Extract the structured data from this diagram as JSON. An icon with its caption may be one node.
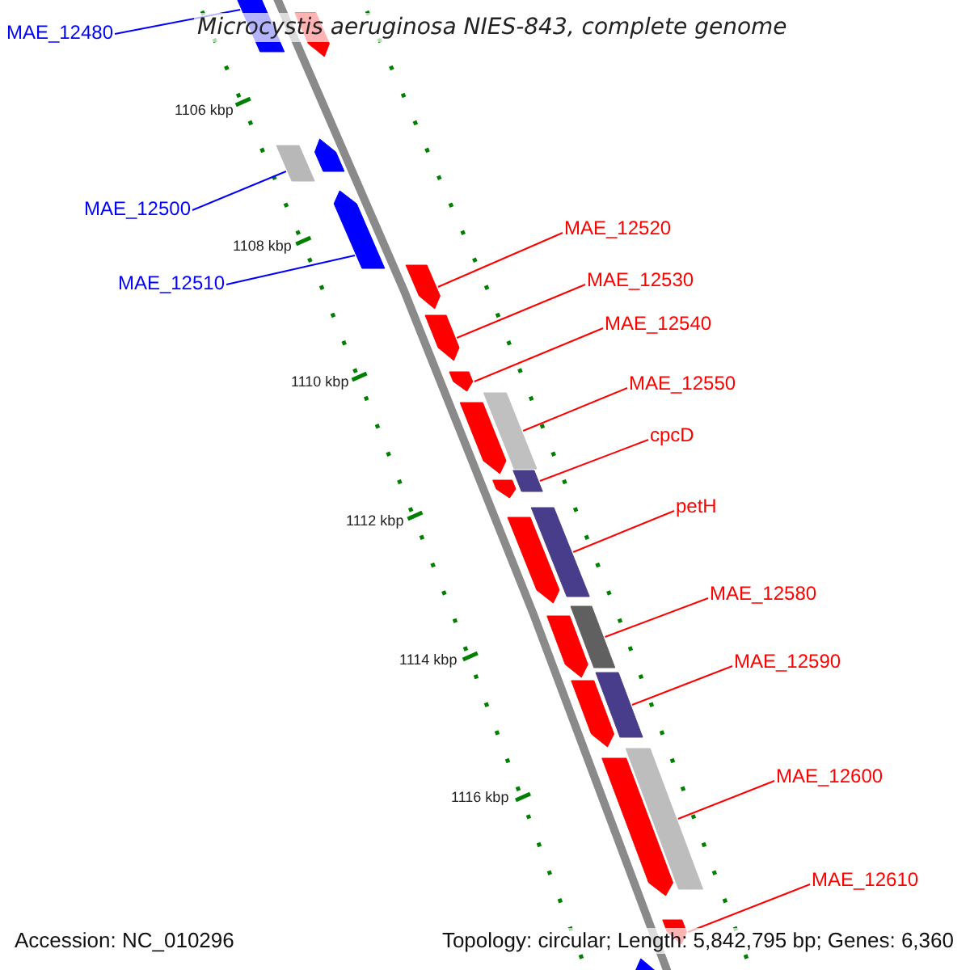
{
  "diagram": {
    "title": "Microcystis aeruginosa NIES-843, complete genome",
    "nodes": [
      {
        "text": [
          "MAE_12480"
        ]
      },
      {
        "text": [
          "MAE_12500"
        ]
      },
      {
        "text": [
          "MAE_12510"
        ]
      },
      {
        "text": [
          "MAE_12520"
        ]
      },
      {
        "text": [
          "MAE_12530"
        ]
      },
      {
        "text": [
          "MAE_12540"
        ]
      },
      {
        "text": [
          "MAE_12550"
        ]
      },
      {
        "text": [
          "cpcD"
        ]
      },
      {
        "text": [
          "petH"
        ]
      },
      {
        "text": [
          "MAE_12580"
        ]
      },
      {
        "text": [
          "MAE_12590"
        ]
      },
      {
        "text": [
          "MAE_12600"
        ]
      },
      {
        "text": [
          "MAE_12610"
        ]
      },
      {
        "text": [],
        "shape": "arrow"
      },
      {
        "text": [],
        "shape": "arrow"
      },
      {
        "text": [],
        "shape": "bar"
      },
      {
        "text": [],
        "shape": "arrow"
      },
      {
        "text": [],
        "shape": "arrow"
      },
      {
        "text": [],
        "shape": "arrow"
      },
      {
        "text": [],
        "shape": "arrow"
      },
      {
        "text": [],
        "shape": "arrow"
      },
      {
        "text": [],
        "shape": "arrow"
      },
      {
        "text": [],
        "shape": "bar"
      },
      {
        "text": [],
        "shape": "arrow"
      },
      {
        "text": [],
        "shape": "bar"
      },
      {
        "text": [],
        "shape": "arrow"
      },
      {
        "text": [],
        "shape": "bar"
      },
      {
        "text": [],
        "shape": "arrow"
      },
      {
        "text": [],
        "shape": "bar"
      },
      {
        "text": [],
        "shape": "arrow"
      },
      {
        "text": [],
        "shape": "bar"
      },
      {
        "text": [],
        "shape": "arrow"
      },
      {
        "text": [],
        "shape": "bar"
      },
      {
        "text": [],
        "shape": "arrow"
      },
      {
        "text": [],
        "shape": "arrow"
      }
    ],
    "edges": [
      {
        "from": 0,
        "to": 13,
        "arrow": "none",
        "color": "#0000ff"
      },
      {
        "from": 1,
        "to": 15,
        "arrow": "none",
        "color": "#0000ff"
      },
      {
        "from": 2,
        "to": 17,
        "arrow": "none",
        "color": "#0000ff"
      },
      {
        "from": 3,
        "to": 18,
        "arrow": "none"
      },
      {
        "from": 4,
        "to": 19,
        "arrow": "none"
      },
      {
        "from": 5,
        "to": 20,
        "arrow": "none"
      },
      {
        "from": 6,
        "to": 22,
        "arrow": "none"
      },
      {
        "from": 7,
        "to": 24,
        "arrow": "none"
      },
      {
        "from": 8,
        "to": 26,
        "arrow": "none"
      },
      {
        "from": 9,
        "to": 28,
        "arrow": "none"
      },
      {
        "from": 10,
        "to": 30,
        "arrow": "none"
      },
      {
        "from": 11,
        "to": 32,
        "arrow": "none"
      },
      {
        "from": 12,
        "to": 33,
        "arrow": "none"
      }
    ],
    "labels": [
      "1106 kbp",
      "1108 kbp",
      "1110 kbp",
      "1112 kbp",
      "1114 kbp",
      "1116 kbp",
      "Accession: NC_010296",
      "Topology: circular; Length: 5,842,795 bp; Genes: 6,360"
    ]
  }
}
